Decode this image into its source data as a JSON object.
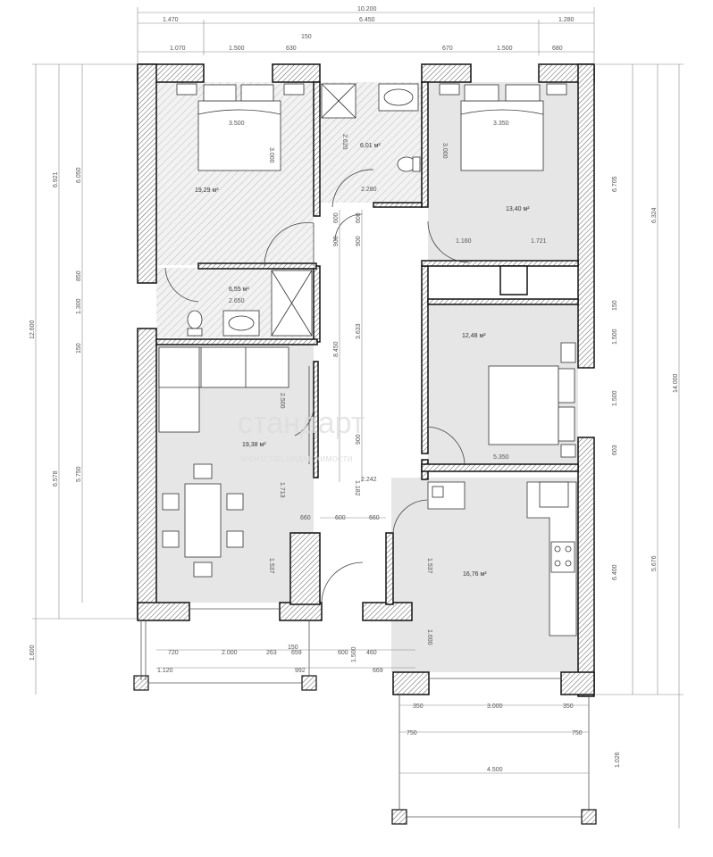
{
  "watermark": {
    "brand": "стандарт",
    "tagline": "агентство недвижимости"
  },
  "rooms": {
    "bedroom_left": "19,29 м²",
    "bath_top": "6,01 м²",
    "bedroom_right": "13,40 м²",
    "bath_mid": "6,55 м²",
    "bedroom_mid": "12,48 м²",
    "living": "19,38 м²",
    "kitchen": "16,76 м²"
  },
  "furniture_dims": {
    "bed_left_w": "3.500",
    "bed_left_h": "3.000",
    "bed_right_w": "3.350",
    "bed_right_h": "3.000",
    "bed_mid_w": "5.350",
    "bath_top_w": "2.280",
    "bath_top_h": "2.620",
    "bath_mid_w": "2.650",
    "living_v1": "2.500",
    "living_v2": "1.713",
    "living_v3": "1.537",
    "kitchen_v1": "1.537",
    "kitchen_v2": "1.600",
    "right_h1": "1.721",
    "right_h2": "1.160",
    "corr_h": "2.242",
    "corr_v1": "1.182",
    "corr_a": "660",
    "corr_b": "600",
    "corr_c": "660"
  },
  "top_dims": {
    "total": "10.200",
    "r1": [
      "1.470",
      "6.450",
      "1.280"
    ],
    "r2": [
      "1.070",
      "1.500",
      "630",
      "150",
      "670",
      "1.500",
      "680"
    ]
  },
  "left_dims": {
    "total": "12.600",
    "outer": [
      "6.921",
      "6.578",
      "1.600"
    ],
    "inner": [
      "6.050",
      "850",
      "1.300",
      "150",
      "5.750"
    ]
  },
  "right_dims": {
    "total": "14.000",
    "outer": [
      "6.324",
      "5.676",
      "1.026"
    ],
    "inner": [
      "6.705",
      "150",
      "1.500",
      "1.500",
      "603",
      "6.400"
    ]
  },
  "corridor_dims": {
    "len": "8.450",
    "len2": "3.633",
    "w1": "900",
    "w2": "900",
    "s1": "600",
    "s2": "600",
    "w3": "900"
  },
  "bottom_dims": {
    "row1": [
      "720",
      "2.000",
      "263",
      "150",
      "659",
      "600",
      "460"
    ],
    "row2": [
      "1.120",
      "992",
      "1.500",
      "669"
    ],
    "terrace_row1": [
      "350",
      "3.000",
      "350"
    ],
    "terrace_row2": [
      "750",
      "750"
    ],
    "terrace_total": "4.500"
  }
}
